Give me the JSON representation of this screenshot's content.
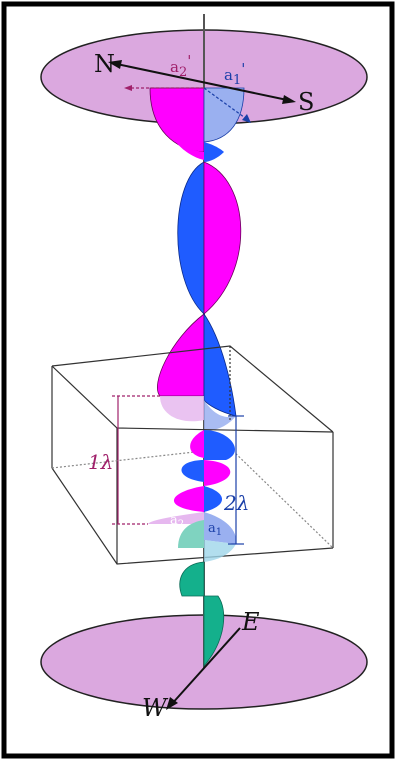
{
  "labels": {
    "north": "N",
    "south": "S",
    "east": "E",
    "west": "W",
    "a2_top": "a",
    "a2_top_sub": "2",
    "a2_top_prime": "'",
    "a1_top": "a",
    "a1_top_sub": "1",
    "a1_top_prime": "'",
    "a2_bottom": "a",
    "a2_bottom_sub": "2",
    "a1_bottom": "a",
    "a1_bottom_sub": "1",
    "one_lambda": "1λ",
    "two_lambda": "2λ"
  },
  "colors": {
    "disc": "#dba8df",
    "magenta": "#ff00ff",
    "blue": "#1f5cff",
    "light_blue": "#9ab0f0",
    "teal": "#14b08c",
    "light_teal": "#7fd3c0",
    "label_magenta": "#a0206a",
    "label_blue": "#1a3fa8",
    "frame": "#000000"
  }
}
